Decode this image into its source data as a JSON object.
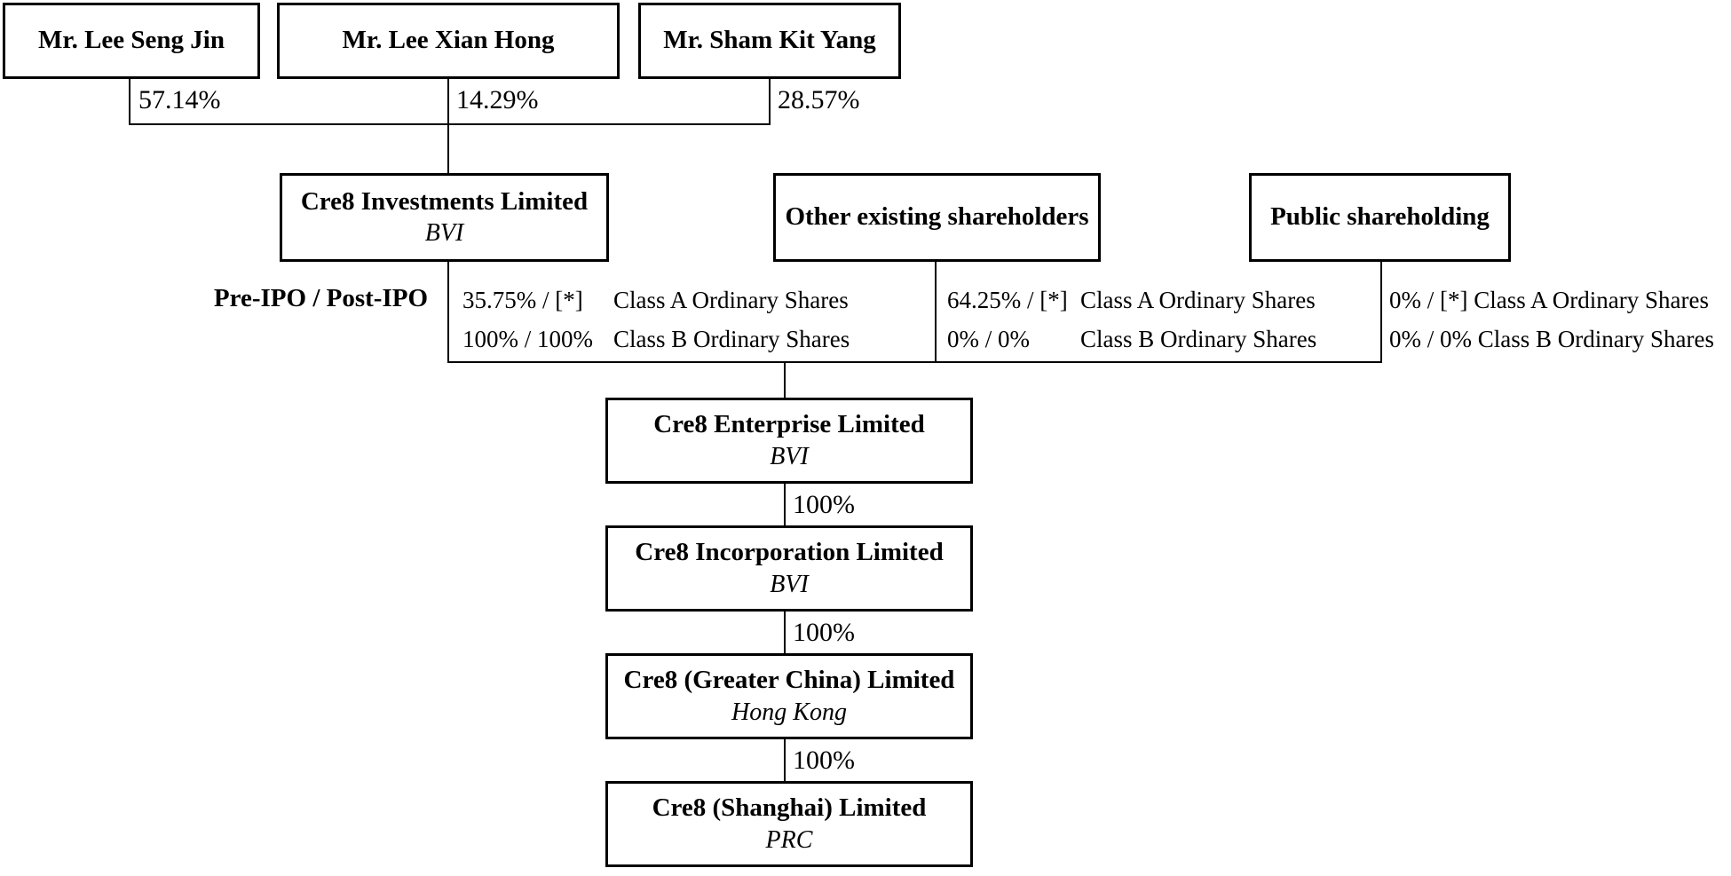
{
  "chart": {
    "top_shareholders": [
      {
        "name": "Mr. Lee Seng Jin",
        "stake": "57.14%"
      },
      {
        "name": "Mr. Lee Xian Hong",
        "stake": "14.29%"
      },
      {
        "name": "Mr. Sham Kit Yang",
        "stake": "28.57%"
      }
    ],
    "pre_post_ipo_label": "Pre-IPO / Post-IPO",
    "holders": [
      {
        "name": "Cre8 Investments Limited",
        "jurisdiction": "BVI",
        "class_a_ratio": "35.75% / [*]",
        "class_a_label": "Class A Ordinary Shares",
        "class_b_ratio": "100% / 100%",
        "class_b_label": "Class B Ordinary Shares"
      },
      {
        "name": "Other existing shareholders",
        "class_a_ratio": "64.25% / [*]",
        "class_a_label": "Class A Ordinary Shares",
        "class_b_ratio": "0% / 0%",
        "class_b_label": "Class B Ordinary Shares"
      },
      {
        "name": "Public shareholding",
        "class_a_line": "0% / [*] Class A Ordinary Shares",
        "class_b_line": "0% / 0% Class B Ordinary Shares"
      }
    ],
    "subsidiaries": [
      {
        "name": "Cre8 Enterprise Limited",
        "jurisdiction": "BVI"
      },
      {
        "name": "Cre8 Incorporation Limited",
        "jurisdiction": "BVI",
        "stake": "100%"
      },
      {
        "name": "Cre8 (Greater China) Limited",
        "jurisdiction": "Hong Kong",
        "stake": "100%"
      },
      {
        "name": "Cre8 (Shanghai) Limited",
        "jurisdiction": "PRC",
        "stake": "100%"
      }
    ]
  }
}
